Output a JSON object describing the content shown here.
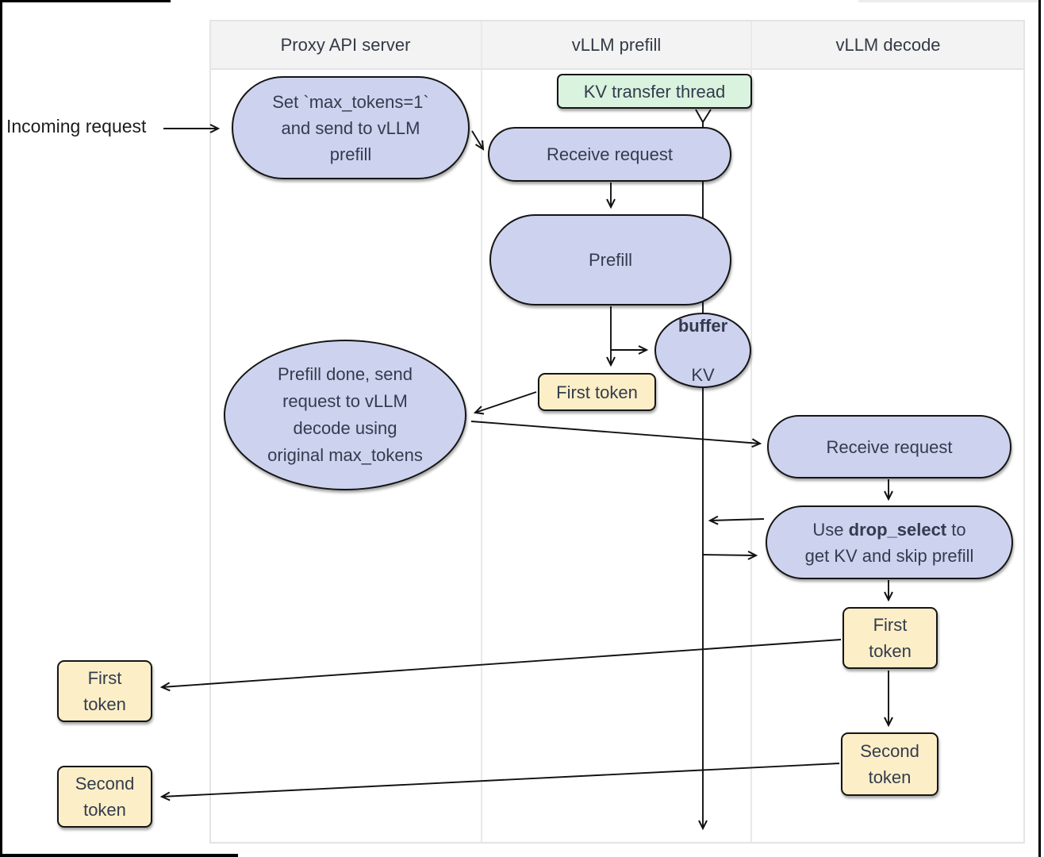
{
  "theme": {
    "lavender": "#cdd3ee",
    "green": "#d9f3de",
    "yellow": "#fcefc7",
    "header-bg": "#f3f3f4",
    "frame-border": "#e4e4e6",
    "node-border": "#151515",
    "node-text": "#343b4e",
    "line": "#111111"
  },
  "columns": [
    {
      "label": "Proxy API server"
    },
    {
      "label": "vLLM prefill"
    },
    {
      "label": "vLLM decode"
    }
  ],
  "incoming": {
    "label": "Incoming request"
  },
  "nodes": {
    "proxy_set": {
      "text": "Set `max_tokens=1`\nand send to vLLM\nprefill"
    },
    "kv_thread": {
      "text": "KV transfer thread"
    },
    "receive_prefill": {
      "text": "Receive request"
    },
    "prefill": {
      "text": "Prefill"
    },
    "buffer_kv": {
      "bold": "buffer",
      "rest": "KV"
    },
    "first_token_prefill": {
      "text": "First token"
    },
    "prefill_done": {
      "text": "Prefill done, send\nrequest to vLLM\ndecode using\noriginal max_tokens"
    },
    "receive_decode": {
      "text": "Receive request"
    },
    "drop_select": {
      "pre": "Use ",
      "bold": "drop_select",
      "post": " to\nget KV and skip prefill"
    },
    "first_token_decode": {
      "text": "First\ntoken"
    },
    "second_token_decode": {
      "text": "Second\ntoken"
    },
    "first_token_left": {
      "text": "First\ntoken"
    },
    "second_token_left": {
      "text": "Second\ntoken"
    }
  }
}
